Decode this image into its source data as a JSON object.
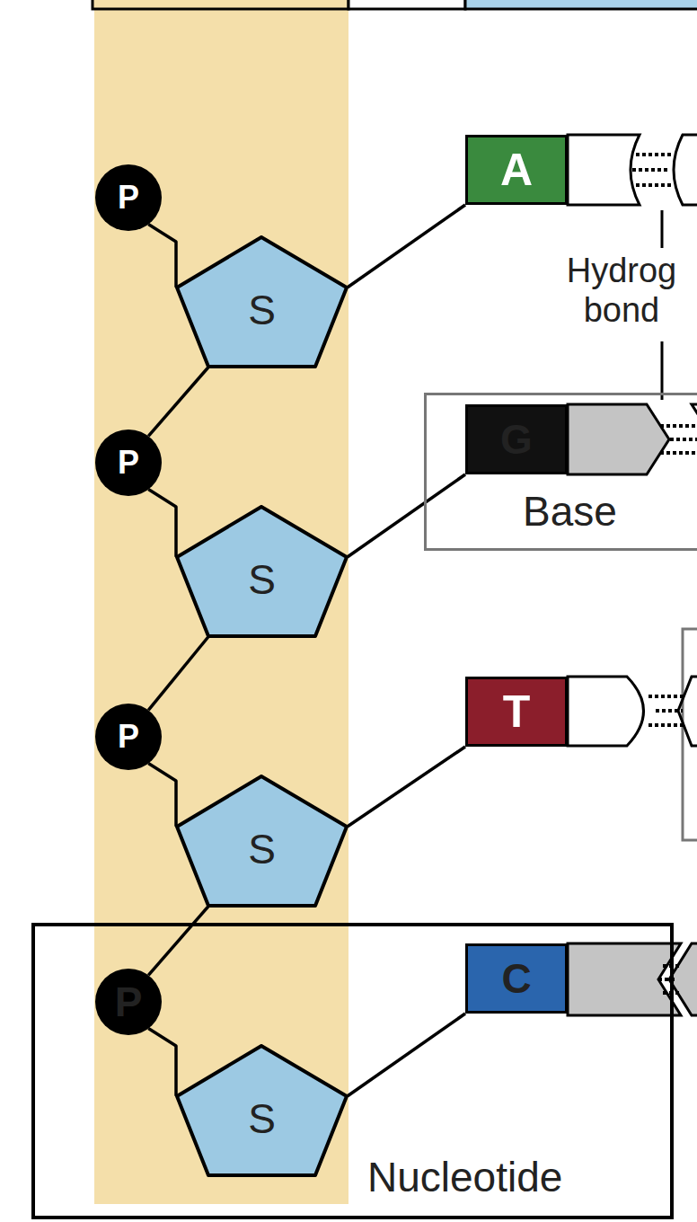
{
  "diagram": {
    "nodes": [
      {
        "text": [
          "P"
        ]
      },
      {
        "text": [
          "S"
        ]
      },
      {
        "text": [
          "A"
        ]
      },
      {
        "text": [
          "P"
        ]
      },
      {
        "text": [
          "Base"
        ]
      },
      {
        "text": [
          "G"
        ],
        "in": 4
      },
      {
        "text": [
          "S"
        ]
      },
      {
        "text": [
          "P"
        ]
      },
      {
        "text": [
          "T"
        ]
      },
      {
        "text": [
          "S"
        ]
      },
      {
        "text": [
          "Nucleotide"
        ]
      },
      {
        "text": [
          "P"
        ],
        "in": 10
      },
      {
        "text": [
          "C"
        ],
        "in": 10
      },
      {
        "text": [
          "S"
        ],
        "in": 10
      }
    ],
    "edges": [
      {
        "from": 0,
        "to": 1,
        "arrow": "none"
      },
      {
        "from": 1,
        "to": 2,
        "arrow": "none"
      },
      {
        "from": 1,
        "to": 3,
        "arrow": "none"
      },
      {
        "from": 3,
        "to": 6,
        "arrow": "none"
      },
      {
        "from": 6,
        "to": 5,
        "arrow": "none"
      },
      {
        "from": 6,
        "to": 7,
        "arrow": "none"
      },
      {
        "from": 7,
        "to": 9,
        "arrow": "none"
      },
      {
        "from": 9,
        "to": 8,
        "arrow": "none"
      },
      {
        "from": 9,
        "to": 11,
        "arrow": "none"
      },
      {
        "from": 11,
        "to": 13,
        "arrow": "none"
      },
      {
        "from": 13,
        "to": 12,
        "arrow": "none"
      }
    ],
    "labels": [
      "Hydrog bond"
    ]
  }
}
